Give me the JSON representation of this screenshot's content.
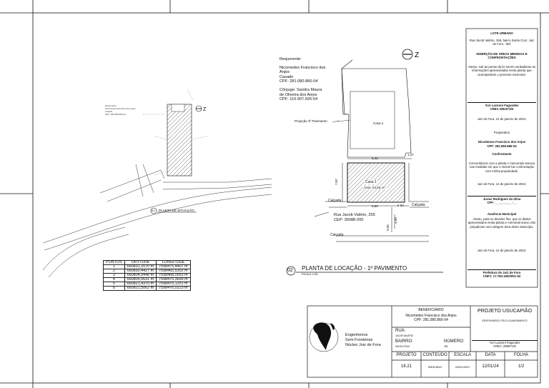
{
  "owner_text": {
    "requerente_label": "Requerente:",
    "name_line1": "Nicomedes Francisco dos",
    "name_line2": "Anjos",
    "status": "Casado",
    "cpf": "CPF: 281.080.866-04",
    "spouse_line1": "Cônjuge: Sandra Maura",
    "spouse_line2": "de Oliveira dos Anjos",
    "spouse_cpf": "CPF: 110.907.926-54"
  },
  "plan": {
    "projection_label": "Projeção 3º Pavimento",
    "casa2": "Casa 2",
    "casa1": "Casa 1",
    "area": "Área: 63,56 m²",
    "dim_top": "6,42",
    "dim_right": "1,37",
    "dim_left": "7,07",
    "dim_bottom": "6,60",
    "dim_side": "0,94",
    "dim_calc": "4,00",
    "dim_small": "0,95",
    "calcada_top": "Calçada",
    "calcada_bottom": "Calçada",
    "calcada_right": "Calçada",
    "address_line1": "Rua Jacob Valério, 255",
    "address_line2": "CEP: 36088-200",
    "title_number": "02",
    "title": "PLANTA DE LOCAÇÃO - 1º PAVIMENTO",
    "scale": "ESCALA 1:250"
  },
  "situacao": {
    "title_number": "01",
    "title": "PLANTA DE SITUAÇÃO"
  },
  "coords_table": {
    "headers": [
      "PONTOS",
      "LATITUDE",
      "LONGITUDE"
    ],
    "rows": [
      [
        "1",
        "660831,2070 m",
        "7598475,4407 m"
      ],
      [
        "2",
        "660830,4427 m",
        "7598465,5302 m"
      ],
      [
        "3",
        "660804,9448 m",
        "7598468,0563 m"
      ],
      [
        "4",
        "660805,0631 m",
        "7598475,3699 m"
      ],
      [
        "5",
        "660821,4370 m",
        "7598475,1251 m"
      ],
      [
        "6",
        "660821,5062 m",
        "7598476,0223 m"
      ]
    ]
  },
  "right_panel": {
    "header": "LOTE URBANO",
    "address": "Rua Jacob Valério, 255, bairro Santa Cruz, Juiz de Fora - MG",
    "insertion_title": "INSERÇÃO DE ÁREAS MEDIDAS E CONFRONTAÇÕES",
    "declaration": "Atesto, sob as penas da lei serem verdadeiras as informações apresentadas nesta planta que acompanham o presente memorial.",
    "engineer_name": "Yuri Lanzoni Fagundes",
    "engineer_crea": "CREA 298.971/D",
    "date1": "Juiz de Fora, 12 de janeiro de 2024.",
    "owner_role": "Proprietário",
    "owner_name": "Nicodemos Francisco dos Anjos",
    "owner_cpf": "CPF: 281.080.866-04",
    "neighbor_role": "Confrontante",
    "neighbor_text": "Concordamos com a planta e memoriais anexos nas medidas em que o imóvel faz confrontação com minha propriedade.",
    "date2": "Juiz de Fora, 12 de janeiro de 2024.",
    "neighbor_name": "Juraci Rodrigues da Silva",
    "neighbor_cpf": "CPF: ___.___.___-__",
    "municipal_title": "Anuência Municipal",
    "municipal_text": "Atesto, para os devidos fins, que os dados apresentados nesta planta e memorial anexo não prejudicam nem atingem área deste Município.",
    "date3": "Juiz de Fora, 12 de janeiro de 2024.",
    "prefeitura": "Prefeitura de Juiz de Fora",
    "cnpj": "CNPJ: 17.783.160/0001-52"
  },
  "title_block": {
    "org_line1": "Engenheiros",
    "org_line2": "Sem Fronteiras",
    "org_line3": "Núcleo Juiz de Fora",
    "beneficiario_label": "BENEFICIÁRIO",
    "beneficiario_name": "Nicomedes Francisco dos Anjos",
    "beneficiario_cpf": "CPF: 281.080.866-04",
    "rua_label": "RUA:",
    "rua_value": "JACOB VALÉRIO",
    "bairro_label": "BAIRRO:",
    "bairro_value": "SANTA CRUZ",
    "numero_label": "NÚMERO:",
    "numero_value": "255",
    "project_title": "PROJETO USUCAPIÃO",
    "responsavel_label": "RESPONSÁVEL PELO LEVANTAMENTO",
    "responsavel_name": "Yuri Lanzoni Fagundes",
    "responsavel_crea": "CREA: 298971/D",
    "col_headers": [
      "PROJETO",
      "CONTEÚDO",
      "ESCALA",
      "DATA",
      "FOLHA"
    ],
    "col_values": [
      "16.21",
      "INDICADO",
      "INDICADO",
      "12/01/24",
      "1/2"
    ]
  }
}
